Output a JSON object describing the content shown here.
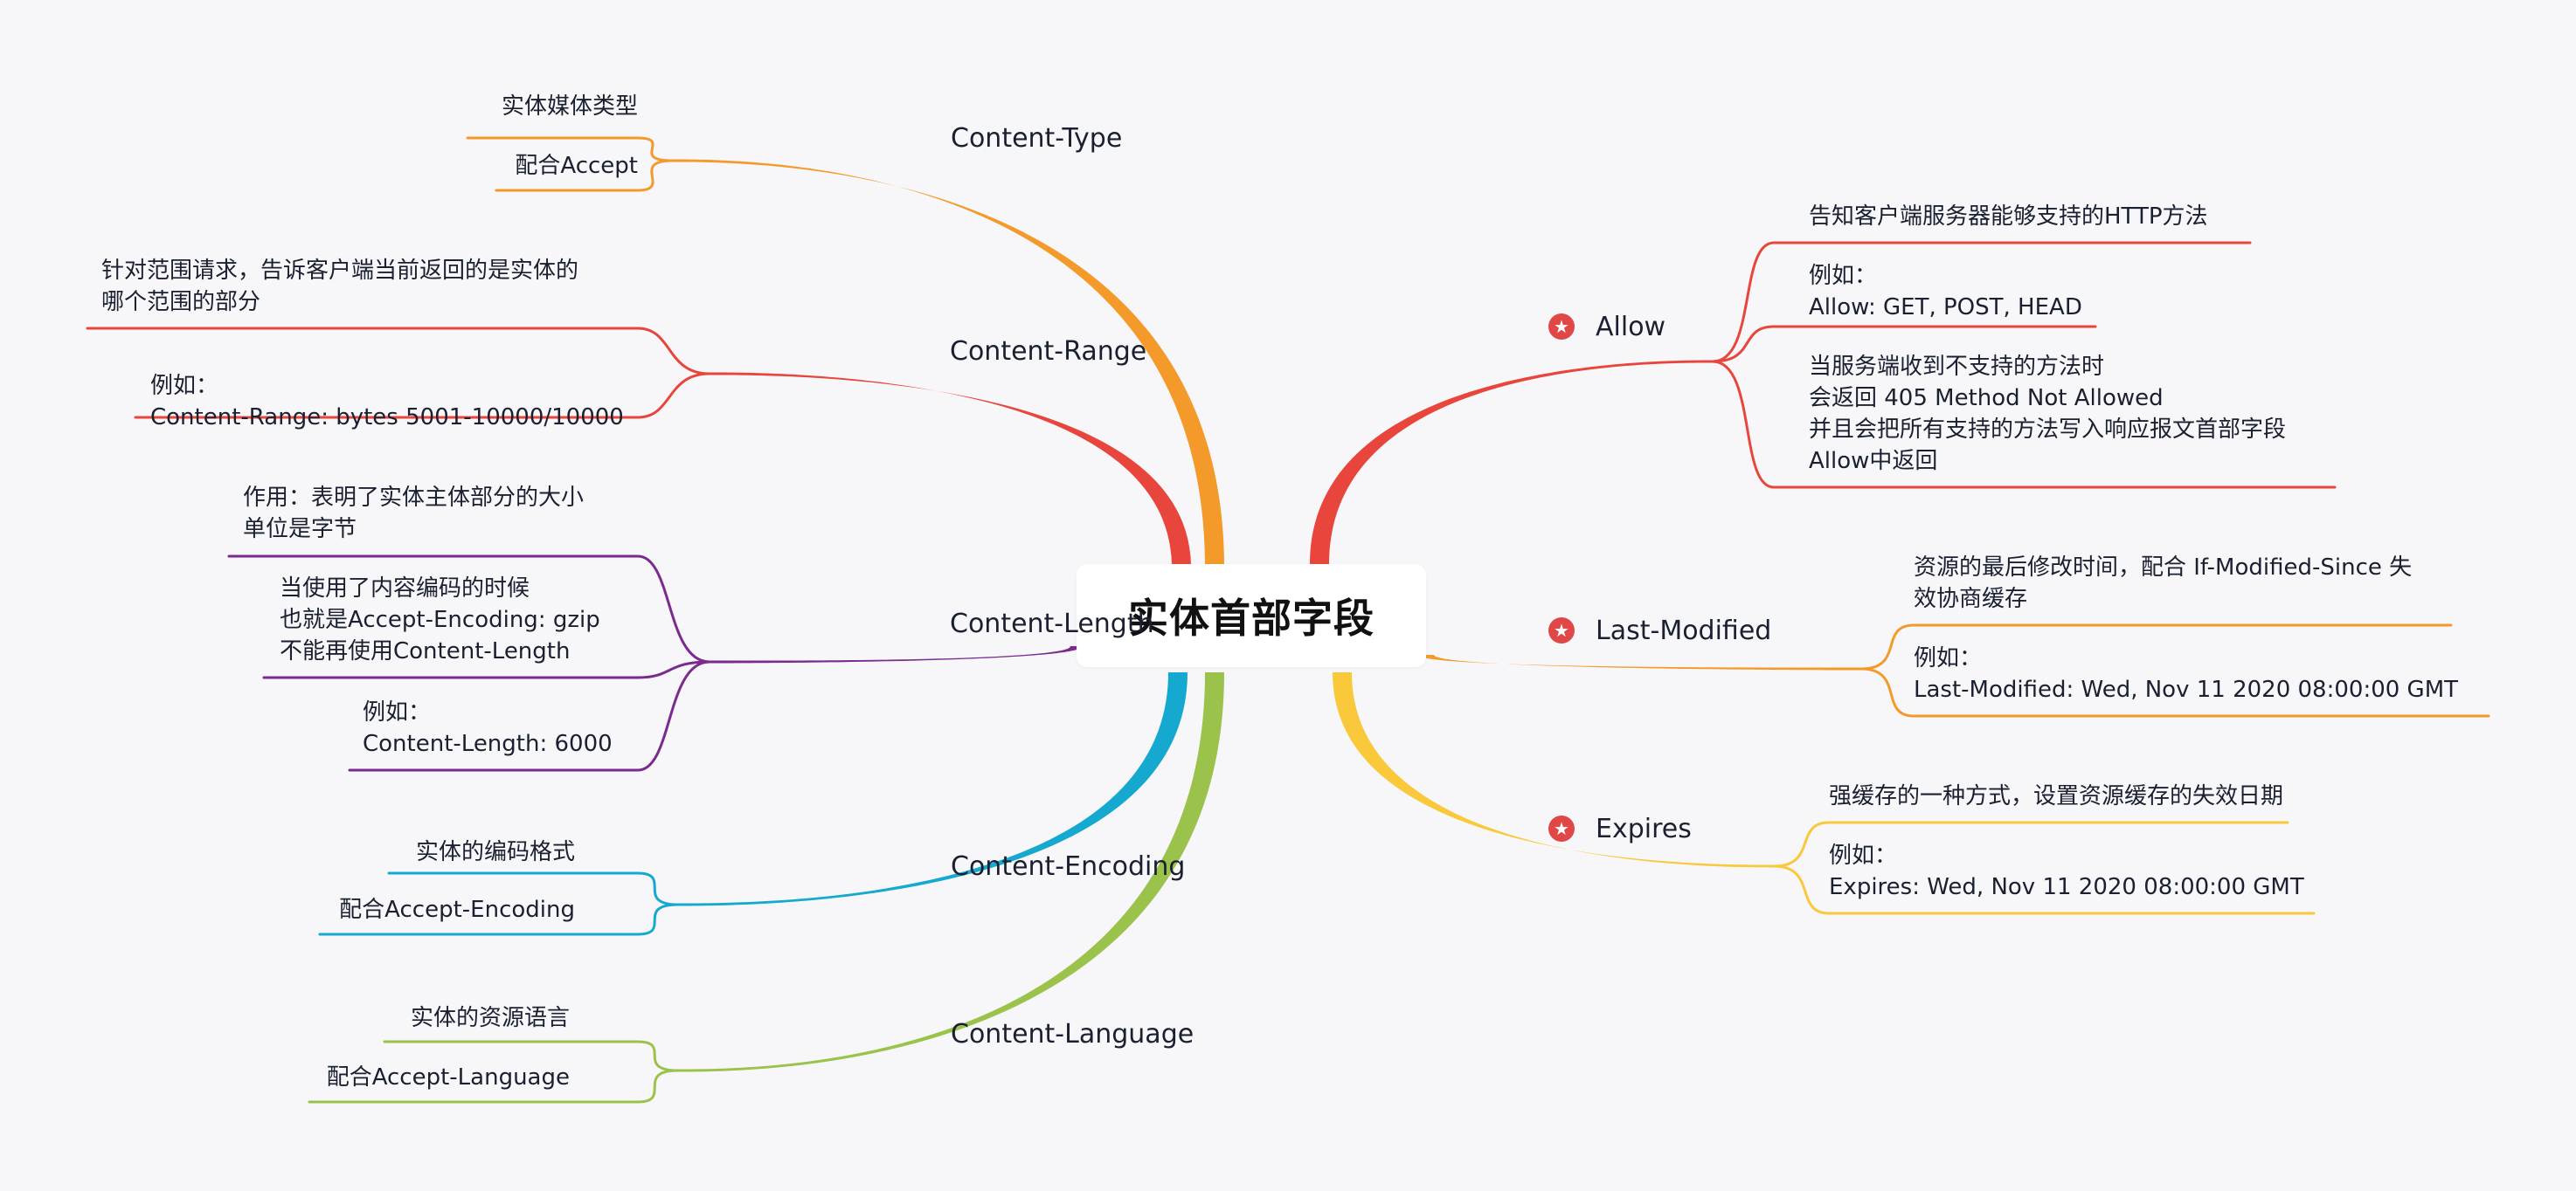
{
  "central": {
    "title": "实体首部字段"
  },
  "branches": [
    {
      "key": "content-type",
      "label": "Content-Type",
      "color": "#f39a2b",
      "side": "left",
      "starred": false,
      "leaves": [
        {
          "lines": [
            "实体媒体类型"
          ]
        },
        {
          "lines": [
            "配合Accept"
          ]
        }
      ]
    },
    {
      "key": "content-range",
      "label": "Content-Range",
      "color": "#e8463c",
      "side": "left",
      "starred": false,
      "leaves": [
        {
          "lines": [
            "针对范围请求，告诉客户端当前返回的是实体的",
            "哪个范围的部分"
          ]
        },
        {
          "lines": [
            "例如：",
            "Content-Range: bytes 5001-10000/10000"
          ]
        }
      ]
    },
    {
      "key": "content-length",
      "label": "Content-Length",
      "color": "#7b2a8e",
      "side": "left",
      "starred": false,
      "leaves": [
        {
          "lines": [
            "作用：表明了实体主体部分的大小",
            "单位是字节"
          ]
        },
        {
          "lines": [
            "当使用了内容编码的时候",
            "也就是Accept-Encoding: gzip",
            "不能再使用Content-Length"
          ]
        },
        {
          "lines": [
            "例如：",
            "Content-Length: 6000"
          ]
        }
      ]
    },
    {
      "key": "content-encoding",
      "label": "Content-Encoding",
      "color": "#15a9cf",
      "side": "left",
      "starred": false,
      "leaves": [
        {
          "lines": [
            "实体的编码格式"
          ]
        },
        {
          "lines": [
            "配合Accept-Encoding"
          ]
        }
      ]
    },
    {
      "key": "content-language",
      "label": "Content-Language",
      "color": "#9bc34b",
      "side": "left",
      "starred": false,
      "leaves": [
        {
          "lines": [
            "实体的资源语言"
          ]
        },
        {
          "lines": [
            "配合Accept-Language"
          ]
        }
      ]
    },
    {
      "key": "allow",
      "label": "Allow",
      "color": "#e8463c",
      "side": "right",
      "starred": true,
      "leaves": [
        {
          "lines": [
            "告知客户端服务器能够支持的HTTP方法"
          ]
        },
        {
          "lines": [
            "例如：",
            "Allow: GET, POST, HEAD"
          ]
        },
        {
          "lines": [
            "当服务端收到不支持的方法时",
            "会返回 405 Method Not Allowed",
            "并且会把所有支持的方法写入响应报文首部字段",
            "Allow中返回"
          ]
        }
      ]
    },
    {
      "key": "last-modified",
      "label": "Last-Modified",
      "color": "#f39a2b",
      "side": "right",
      "starred": true,
      "leaves": [
        {
          "lines": [
            "资源的最后修改时间，配合 If-Modified-Since 失",
            "效协商缓存"
          ]
        },
        {
          "lines": [
            "例如：",
            "Last-Modified: Wed, Nov 11 2020 08:00:00 GMT"
          ]
        }
      ]
    },
    {
      "key": "expires",
      "label": "Expires",
      "color": "#f9c93b",
      "side": "right",
      "starred": true,
      "leaves": [
        {
          "lines": [
            "强缓存的一种方式，设置资源缓存的失效日期"
          ]
        },
        {
          "lines": [
            "例如：",
            "Expires: Wed, Nov 11 2020 08:00:00 GMT"
          ]
        }
      ]
    }
  ]
}
